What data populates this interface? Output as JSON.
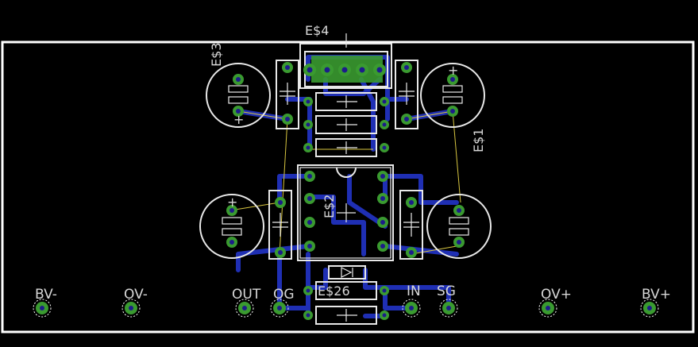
{
  "colors": {
    "background": "#000000",
    "silkscreen": "#e8e8e8",
    "copper_bottom": "#1f2fb4",
    "pad": "#3a9a30",
    "airwire": "#d8c640"
  },
  "components": {
    "e4": "E$4",
    "e3": "E$3",
    "e1": "E$1",
    "e2": "E$2",
    "e26": "E$26"
  },
  "polarity": {
    "plus": "+"
  },
  "connector_pads": [
    {
      "id": "bv-minus",
      "label": "BV-"
    },
    {
      "id": "ov-minus",
      "label": "OV-"
    },
    {
      "id": "out",
      "label": "OUT"
    },
    {
      "id": "og",
      "label": "OG"
    },
    {
      "id": "in",
      "label": "IN"
    },
    {
      "id": "sg",
      "label": "SG"
    },
    {
      "id": "ov-plus",
      "label": "OV+"
    },
    {
      "id": "bv-plus",
      "label": "BV+"
    }
  ]
}
